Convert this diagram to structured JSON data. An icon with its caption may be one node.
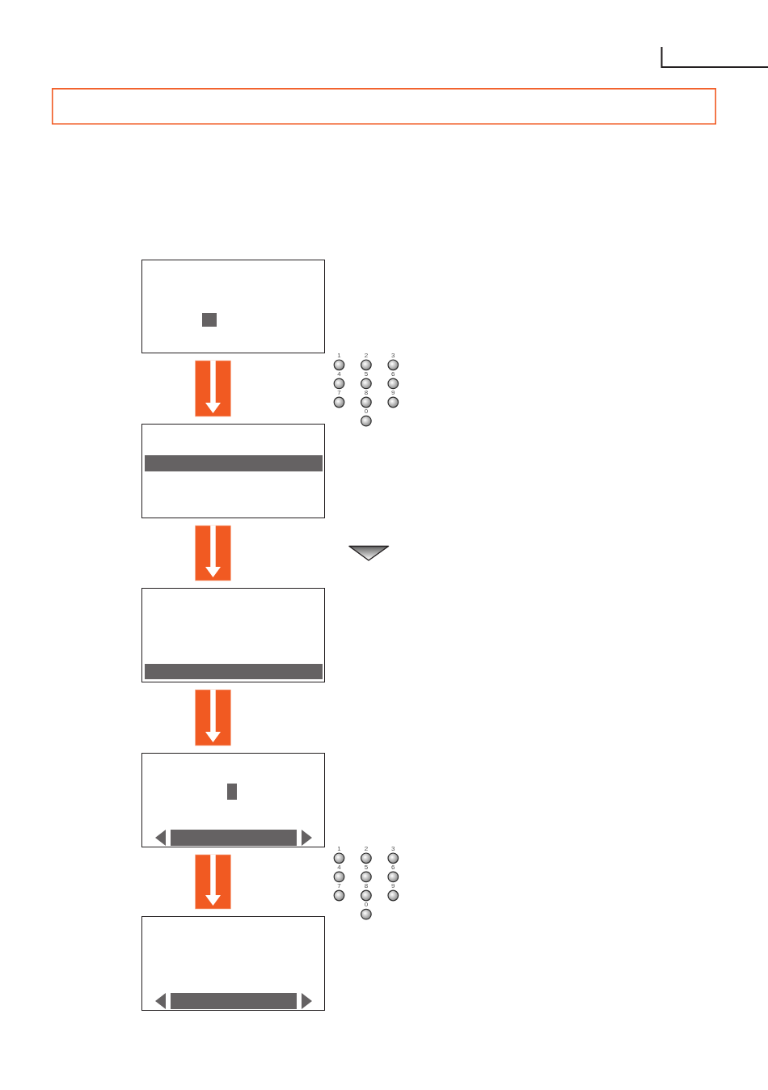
{
  "diagram": {
    "nodes": [
      {
        "text": [],
        "shape": "box"
      },
      {
        "text": [],
        "shape": "box"
      },
      {
        "text": [],
        "shape": "box"
      },
      {
        "text": [],
        "shape": "box"
      },
      {
        "text": [],
        "shape": "box"
      }
    ],
    "edges": [
      {
        "from": 0,
        "to": 1,
        "arrow": "to"
      },
      {
        "from": 1,
        "to": 2,
        "arrow": "to"
      },
      {
        "from": 2,
        "to": 3,
        "arrow": "to"
      },
      {
        "from": 3,
        "to": 4,
        "arrow": "to"
      }
    ],
    "labels": [
      "1",
      "2",
      "3",
      "4",
      "5",
      "6",
      "7",
      "8",
      "9",
      "0",
      "1",
      "2",
      "3",
      "4",
      "5",
      "6",
      "7",
      "8",
      "9",
      "0"
    ]
  }
}
